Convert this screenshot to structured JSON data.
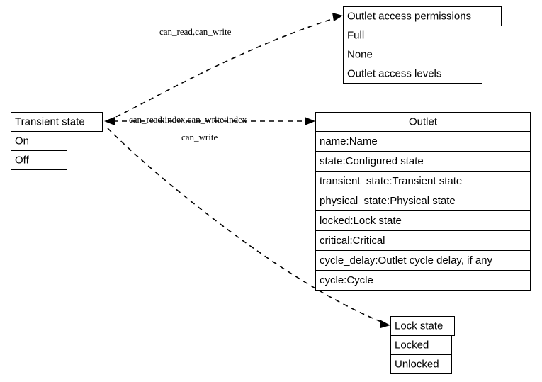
{
  "diagram": {
    "type": "uml-class-diagram",
    "background": "#ffffff",
    "line_color": "#000000",
    "nodes": [
      {
        "id": "transient_state",
        "title": "Transient state",
        "rows": [
          "On",
          "Off"
        ]
      },
      {
        "id": "outlet_access_permissions",
        "title": "Outlet access permissions",
        "rows": [
          "Full",
          "None",
          "Outlet access levels"
        ]
      },
      {
        "id": "outlet",
        "title": "Outlet",
        "rows": [
          "name:Name",
          "state:Configured state",
          "transient_state:Transient state",
          "physical_state:Physical state",
          "locked:Lock state",
          "critical:Critical",
          "cycle_delay:Outlet cycle delay, if any",
          "cycle:Cycle"
        ]
      },
      {
        "id": "lock_state",
        "title": "Lock state",
        "rows": [
          "Locked",
          "Unlocked"
        ]
      }
    ],
    "edges": [
      {
        "id": "edge-transient-to-permissions",
        "from": "transient_state",
        "to": "outlet_access_permissions",
        "label": "can_read,can_write",
        "style": "dashed",
        "arrow": "to"
      },
      {
        "id": "edge-transient-outlet-top",
        "from": "outlet",
        "to": "transient_state",
        "label": "can_read:index,can_write:index",
        "style": "dashed",
        "arrow": "both"
      },
      {
        "id": "edge-transient-outlet-bottom",
        "from": "transient_state",
        "to": "outlet",
        "label": "can_write",
        "style": "dashed",
        "arrow": "to"
      },
      {
        "id": "edge-transient-to-lock",
        "from": "transient_state",
        "to": "lock_state",
        "label": "",
        "style": "dashed",
        "arrow": "to"
      }
    ]
  }
}
